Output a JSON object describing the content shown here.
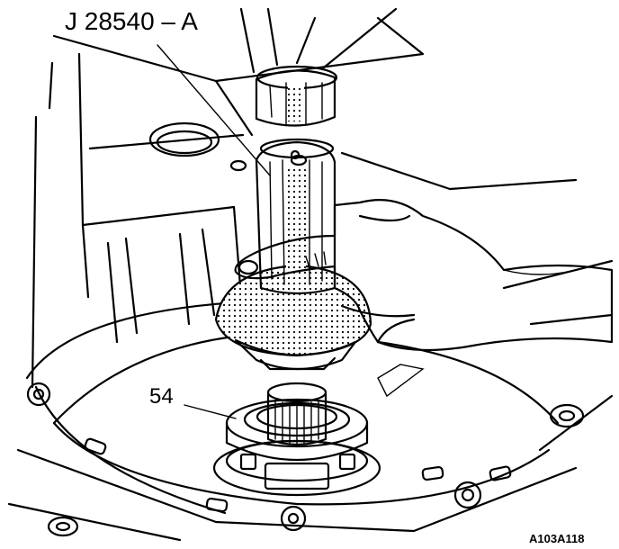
{
  "labels": {
    "tool_number": "J 28540 – A",
    "part_number": "54",
    "figure_code": "A103A118"
  }
}
